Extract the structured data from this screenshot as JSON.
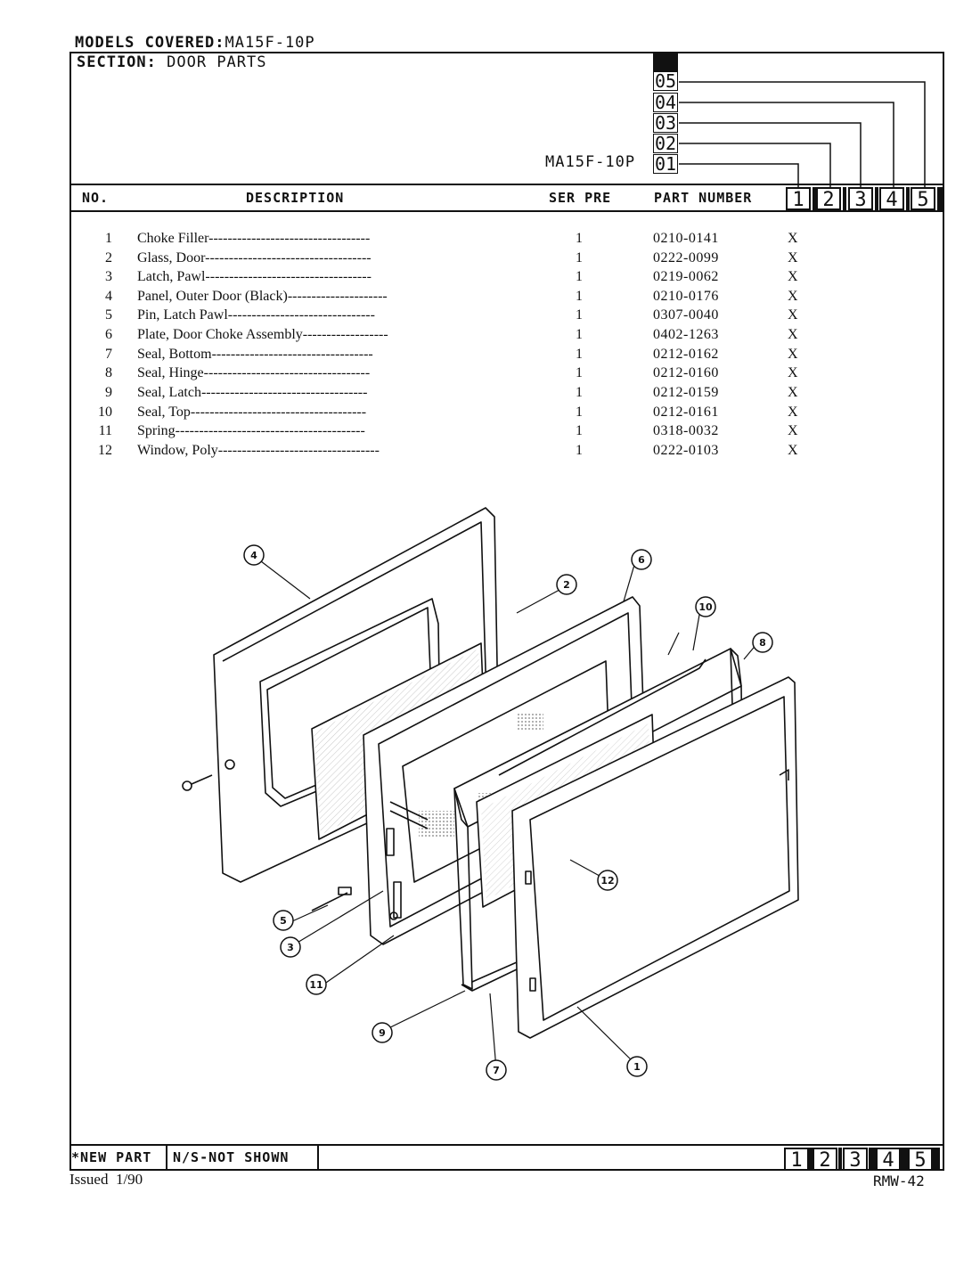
{
  "header": {
    "models_covered_label": "MODELS COVERED:",
    "models_covered_value": "MA15F-10P",
    "section_label": "SECTION:",
    "section_value": "DOOR PARTS",
    "model_code": "MA15F-10P",
    "version_codes": [
      "05",
      "04",
      "03",
      "02",
      "01"
    ]
  },
  "columns": {
    "no": "NO.",
    "description": "DESCRIPTION",
    "ser_pre": "SER PRE",
    "part_number": "PART NUMBER",
    "model_cols": [
      "1",
      "2",
      "3",
      "4",
      "5"
    ]
  },
  "parts": [
    {
      "no": "1",
      "desc": "Choke Filler",
      "qty": "1",
      "pn": "0210-0141",
      "mark": "X"
    },
    {
      "no": "2",
      "desc": "Glass, Door",
      "qty": "1",
      "pn": "0222-0099",
      "mark": "X"
    },
    {
      "no": "3",
      "desc": "Latch, Pawl",
      "qty": "1",
      "pn": "0219-0062",
      "mark": "X"
    },
    {
      "no": "4",
      "desc": "Panel, Outer Door (Black)",
      "qty": "1",
      "pn": "0210-0176",
      "mark": "X"
    },
    {
      "no": "5",
      "desc": "Pin, Latch Pawl",
      "qty": "1",
      "pn": "0307-0040",
      "mark": "X"
    },
    {
      "no": "6",
      "desc": "Plate, Door Choke Assembly",
      "qty": "1",
      "pn": "0402-1263",
      "mark": "X"
    },
    {
      "no": "7",
      "desc": "Seal, Bottom",
      "qty": "1",
      "pn": "0212-0162",
      "mark": "X"
    },
    {
      "no": "8",
      "desc": "Seal, Hinge",
      "qty": "1",
      "pn": "0212-0160",
      "mark": "X"
    },
    {
      "no": "9",
      "desc": "Seal, Latch",
      "qty": "1",
      "pn": "0212-0159",
      "mark": "X"
    },
    {
      "no": "10",
      "desc": "Seal, Top",
      "qty": "1",
      "pn": "0212-0161",
      "mark": "X"
    },
    {
      "no": "11",
      "desc": "Spring",
      "qty": "1",
      "pn": "0318-0032",
      "mark": "X"
    },
    {
      "no": "12",
      "desc": "Window, Poly",
      "qty": "1",
      "pn": "0222-0103",
      "mark": "X"
    }
  ],
  "diagram_callouts": [
    "1",
    "2",
    "3",
    "4",
    "5",
    "6",
    "7",
    "8",
    "9",
    "10",
    "11",
    "12"
  ],
  "footer": {
    "new_part": "*NEW PART",
    "not_shown": "N/S-NOT SHOWN",
    "model_cols": [
      "1",
      "2",
      "3",
      "4",
      "5"
    ],
    "issued_label": "Issued",
    "issued_date": "1/90",
    "doc_code": "RMW-42"
  }
}
